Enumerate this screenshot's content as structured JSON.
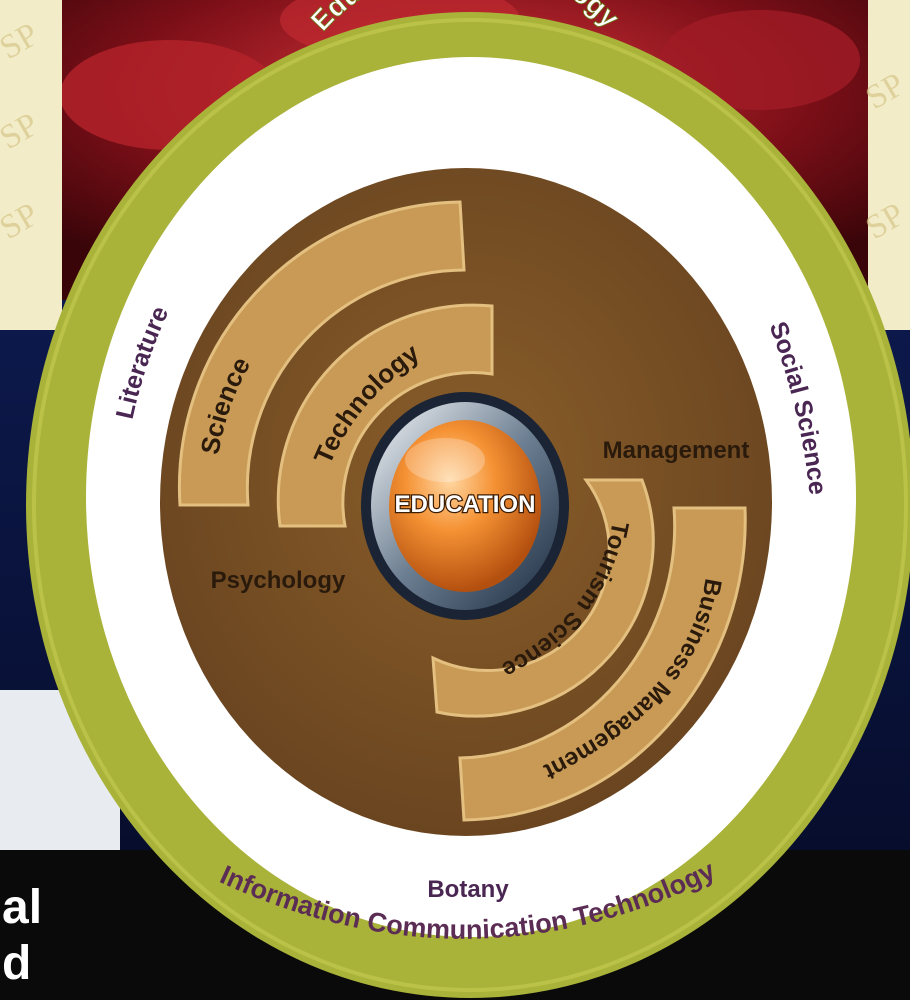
{
  "center": {
    "label": "EDUCATION"
  },
  "outer_ring": {
    "top": "Educational Technology",
    "bottom": "Information Communication Technology"
  },
  "white_ring": {
    "left": "Literature",
    "right": "Social Science",
    "bottom": "Botany"
  },
  "inner_disc": {
    "arcs": [
      "Science",
      "Technology",
      "Tourism Science",
      "Business Management"
    ],
    "labels": [
      "Management",
      "Psychology"
    ]
  },
  "background": {
    "corner_text": [
      "al",
      "d"
    ],
    "watermark": "SP"
  },
  "colors": {
    "ring_olive": "#a8b238",
    "ring_white": "#ffffff",
    "disc_brown": "#7c5425",
    "arc_tan": "#c99a55",
    "center_orange": "#f08a2c",
    "text_purple": "#4a2652",
    "text_dark": "#2a1a0c"
  }
}
